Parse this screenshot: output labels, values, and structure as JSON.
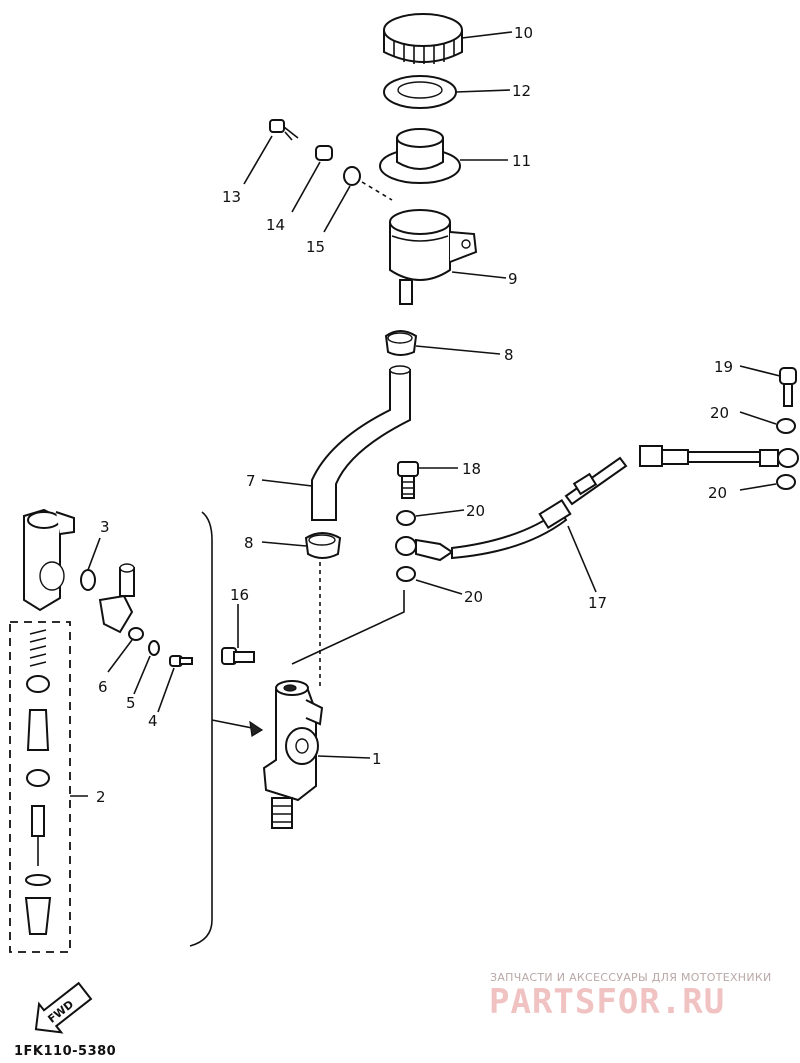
{
  "diagram": {
    "drawing_code": "1FK110-5380",
    "direction_tag": "FWD",
    "callouts": [
      "1",
      "2",
      "3",
      "4",
      "5",
      "6",
      "7",
      "8",
      "8",
      "9",
      "10",
      "11",
      "12",
      "13",
      "14",
      "15",
      "16",
      "17",
      "18",
      "19",
      "20",
      "20",
      "20",
      "20"
    ]
  },
  "watermark": {
    "subtitle": "ЗАПЧАСТИ И АКСЕССУАРЫ ДЛЯ МОТОТЕХНИКИ",
    "brand": "PARTSFOR.RU"
  }
}
